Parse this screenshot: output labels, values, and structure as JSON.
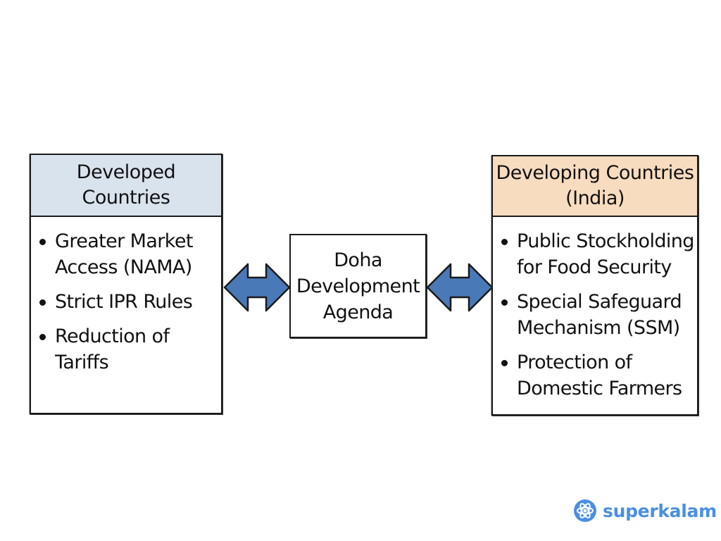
{
  "left_panel": {
    "title_lines": [
      "Developed",
      "Countries"
    ],
    "items": [
      [
        "Greater Market",
        "Access (NAMA)"
      ],
      [
        "Strict IPR Rules"
      ],
      [
        "Reduction of",
        "Tariffs"
      ]
    ]
  },
  "center": {
    "title_lines": [
      "Doha",
      "Development",
      "Agenda"
    ]
  },
  "right_panel": {
    "title_lines": [
      "Developing Countries",
      "(India)"
    ],
    "items": [
      [
        "Public Stockholding",
        "for Food Security"
      ],
      [
        "Special Safeguard",
        "Mechanism (SSM)"
      ],
      [
        "Protection of",
        "Domestic Farmers"
      ]
    ]
  },
  "arrows": {
    "fill": "#4a79b8",
    "stroke": "#1a1a1a"
  },
  "brand": {
    "name": "superkalam",
    "icon": "superkalam-logo-icon",
    "color": "#4a8fe2"
  },
  "colors": {
    "left_header_bg": "#d9e3ee",
    "right_header_bg": "#f8dcbf"
  }
}
